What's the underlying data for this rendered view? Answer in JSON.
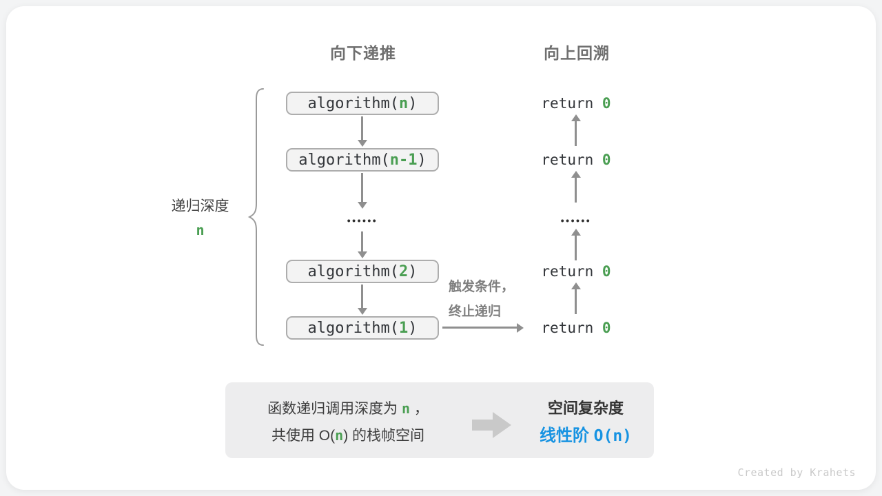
{
  "colors": {
    "green": "#4a9e52",
    "blue": "#1793e2",
    "arrow-gray": "#8f8f8f",
    "box-border": "#adadad",
    "box-fill": "#f3f3f3",
    "summary-fill": "#ededee",
    "text-dark": "#33363a",
    "text-gray": "#7f7f7f",
    "header-gray": "#6f6f6f",
    "block-arrow-gray": "#c9c9c9",
    "credit-gray": "#c9c9c9"
  },
  "headers": {
    "left": "向下递推",
    "right": "向上回溯"
  },
  "depth_label": {
    "text": "递归深度",
    "value": "n"
  },
  "dots": "••••••",
  "call_stack": [
    {
      "prefix": "algorithm(",
      "arg": "n",
      "suffix": ")"
    },
    {
      "prefix": "algorithm(",
      "arg": "n-1",
      "suffix": ")"
    },
    {
      "prefix": "algorithm(",
      "arg": "2",
      "suffix": ")"
    },
    {
      "prefix": "algorithm(",
      "arg": "1",
      "suffix": ")"
    }
  ],
  "returns": [
    {
      "keyword": "return ",
      "value": "0"
    },
    {
      "keyword": "return ",
      "value": "0"
    },
    {
      "keyword": "return ",
      "value": "0"
    },
    {
      "keyword": "return ",
      "value": "0"
    }
  ],
  "trigger_note": {
    "line1": "触发条件，",
    "line2": "终止递归"
  },
  "summary": {
    "line1_pre": "函数递归调用深度为 ",
    "line1_var": "n",
    "line1_post": " ，",
    "line2_pre": "共使用 O(",
    "line2_var": "n",
    "line2_post": ") 的栈帧空间",
    "result_title": "空间复杂度",
    "result_prefix": "线性阶 ",
    "result_code": "O(n)"
  },
  "credit": "Created by Krahets"
}
